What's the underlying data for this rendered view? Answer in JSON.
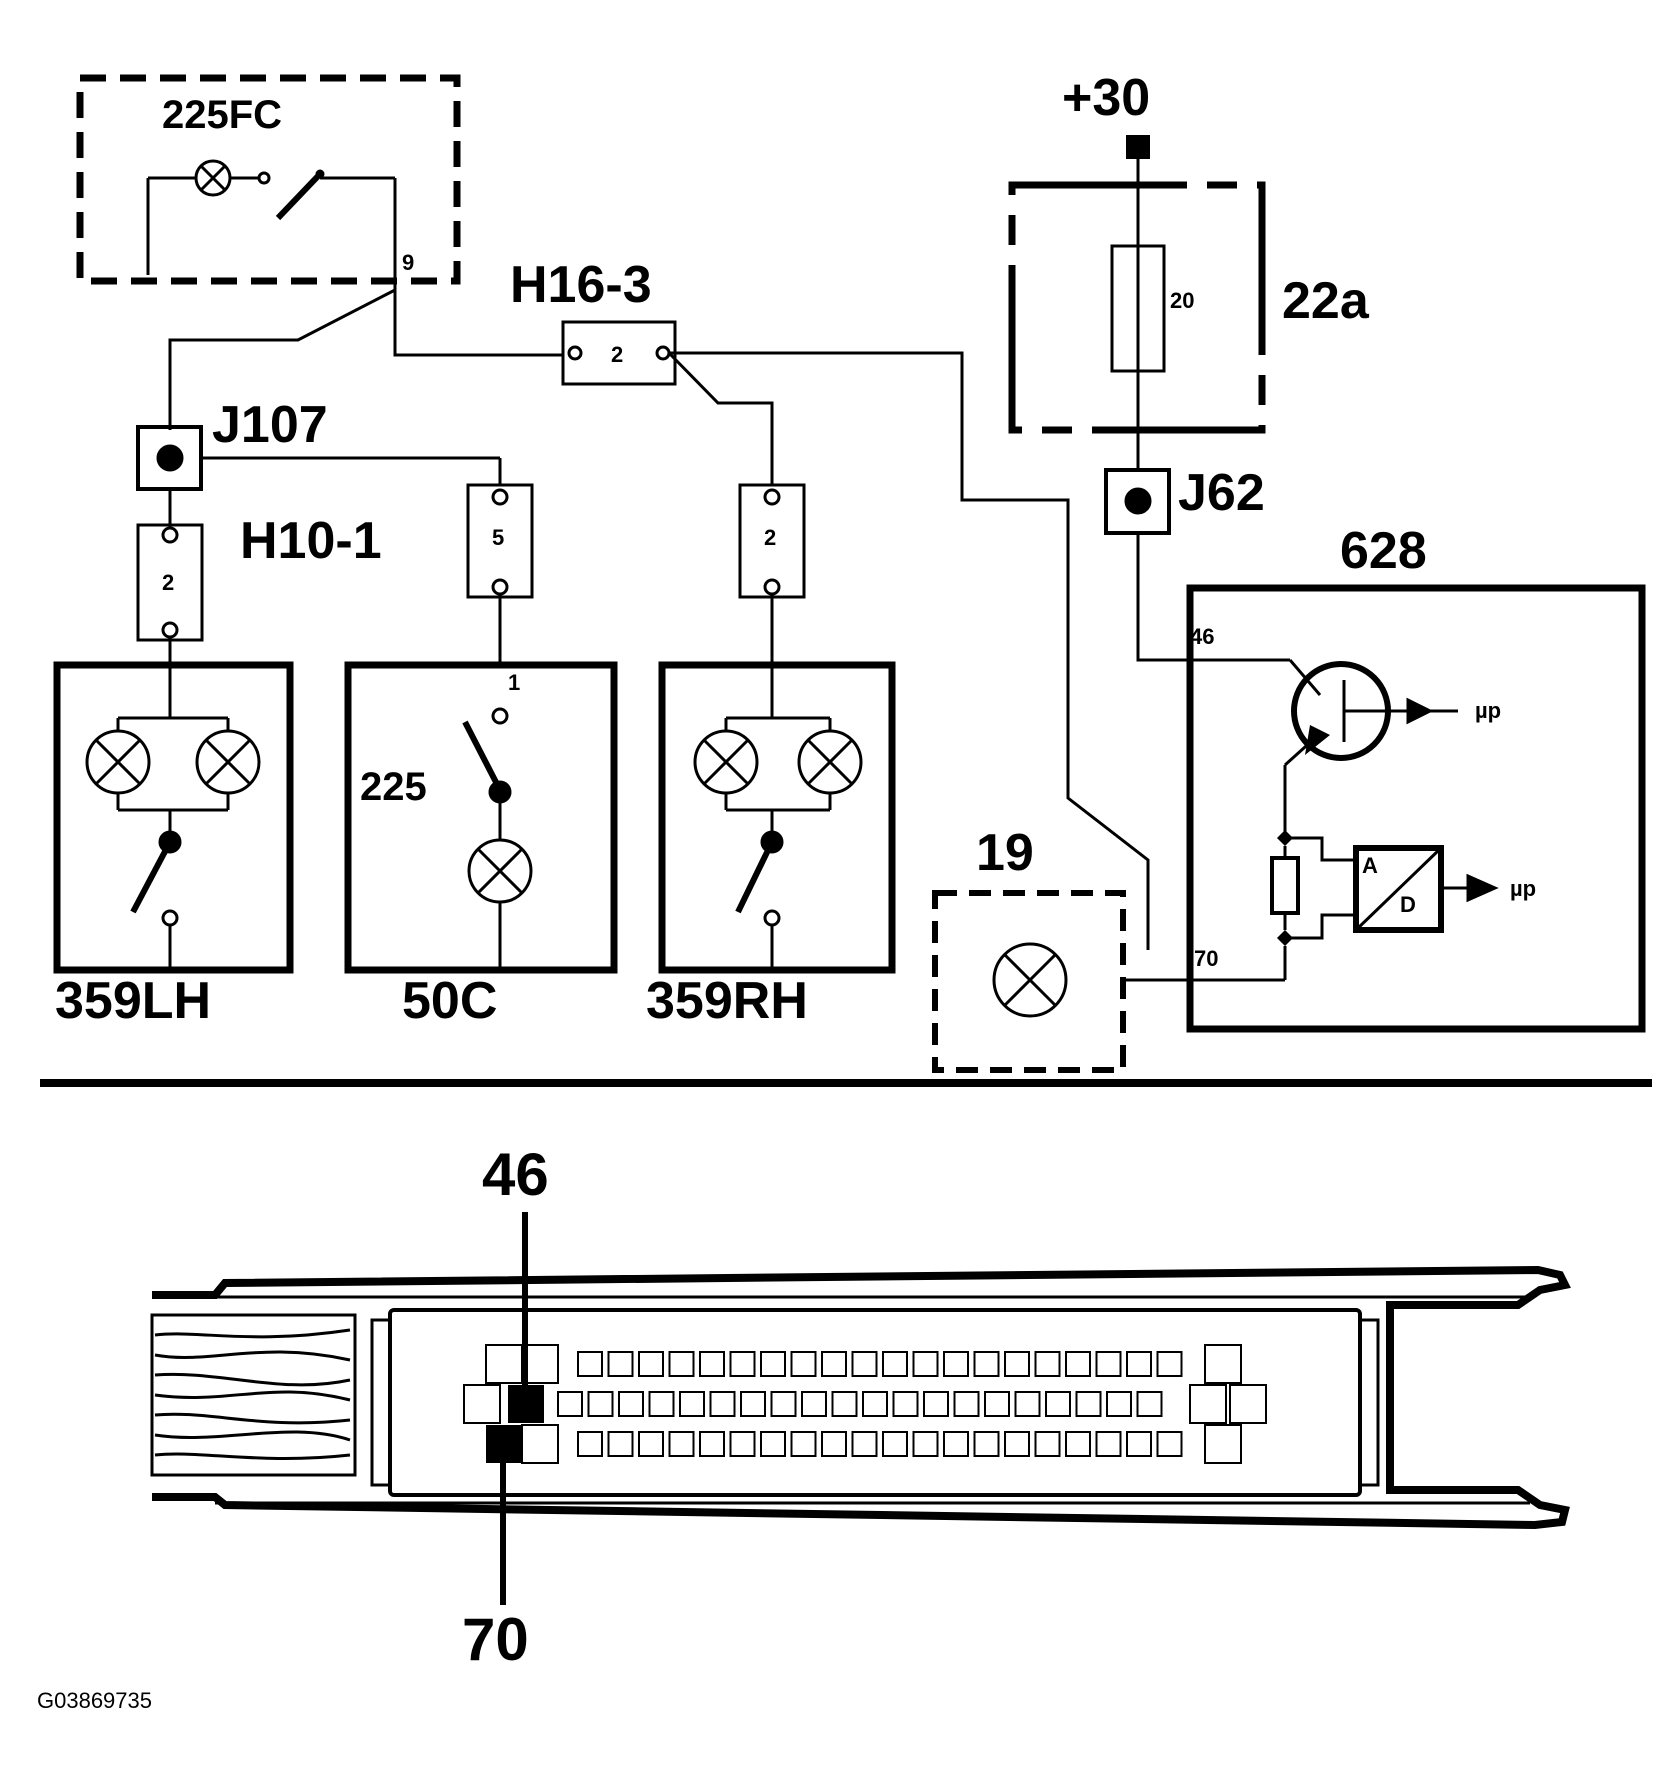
{
  "components": {
    "relay_225fc": "225FC",
    "relay_pin": "9",
    "connector_h16_3": "H16-3",
    "connector_h16_3_pin": "2",
    "junction_j107": "J107",
    "connector_h10_1": "H10-1",
    "connector_h10_1_pin": "5",
    "connector_left_pin": "2",
    "connector_right_pin": "2",
    "lamp_359lh": "359LH",
    "switch_50c": "50C",
    "switch_50c_pin": "1",
    "switch_225": "225",
    "lamp_359rh": "359RH",
    "supply": "+30",
    "fuse_box": "22a",
    "fuse_rating": "20",
    "junction_j62": "J62",
    "module_628": "628",
    "module_pin_46": "46",
    "module_pin_70": "70",
    "mu_p_1": "µp",
    "mu_p_2": "µp",
    "adc_a": "A",
    "adc_d": "D",
    "lamp_19": "19"
  },
  "connector_view": {
    "pin_top": "46",
    "pin_bottom": "70"
  },
  "reference": "G03869735"
}
